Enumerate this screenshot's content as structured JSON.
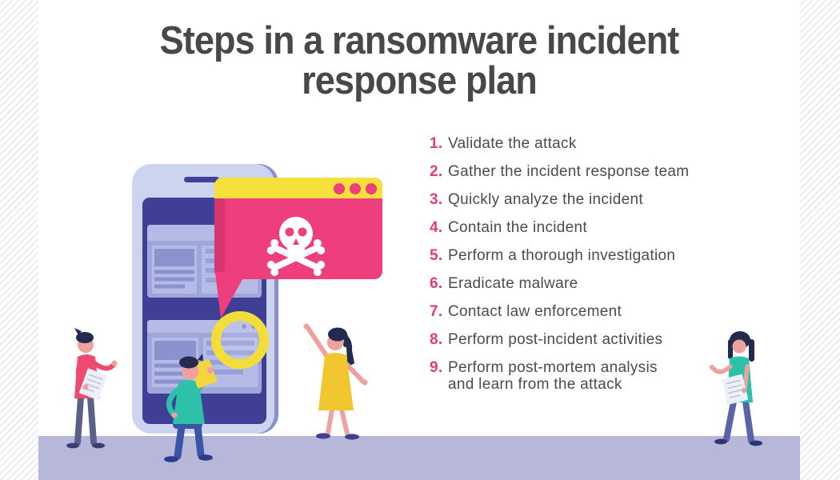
{
  "title": {
    "line1": "Steps in a ransomware incident",
    "line2": "response plan"
  },
  "steps": [
    {
      "num": "1.",
      "text": "Validate the attack"
    },
    {
      "num": "2.",
      "text": "Gather the incident response team"
    },
    {
      "num": "3.",
      "text": "Quickly analyze the incident"
    },
    {
      "num": "4.",
      "text": "Contain the incident"
    },
    {
      "num": "5.",
      "text": "Perform a thorough investigation"
    },
    {
      "num": "6.",
      "text": "Eradicate malware"
    },
    {
      "num": "7.",
      "text": "Contact law enforcement"
    },
    {
      "num": "8.",
      "text": "Perform post-incident activities"
    },
    {
      "num": "9.",
      "text": "Perform post-mortem analysis and learn from the attack"
    }
  ],
  "icons": {
    "skull": "skull-crossbones-icon",
    "magnifier": "magnifying-glass-icon",
    "alert": "ransomware-alert-window",
    "phone": "smartphone-illustration"
  },
  "colors": {
    "accent_pink": "#e73a7c",
    "title_gray": "#48484a",
    "text_gray": "#4b4b50",
    "alert_pink": "#ee3e7d",
    "alert_pink_dark": "#d6356e",
    "alert_yellow": "#f6e03c",
    "phone_body": "#ccd4ef",
    "phone_depth": "#8990cf",
    "screen_indigo": "#3e3f95",
    "card_periwinkle": "#9fa6d9",
    "card_light": "#b5bbe7",
    "card_line": "#8a93cf",
    "ground_lavender": "#b7b7d9",
    "teal": "#2dc1a9",
    "jeans_blue": "#3b55a6",
    "pants_gray": "#5a6088",
    "skin": "#efa29d",
    "hair_navy": "#242a4e",
    "dress_yellow": "#f1c62e",
    "shirt_pink": "#ef4a72",
    "paper_white": "#eef0f9",
    "stripe_gray": "#ebebeb",
    "background": "#ffffff"
  }
}
